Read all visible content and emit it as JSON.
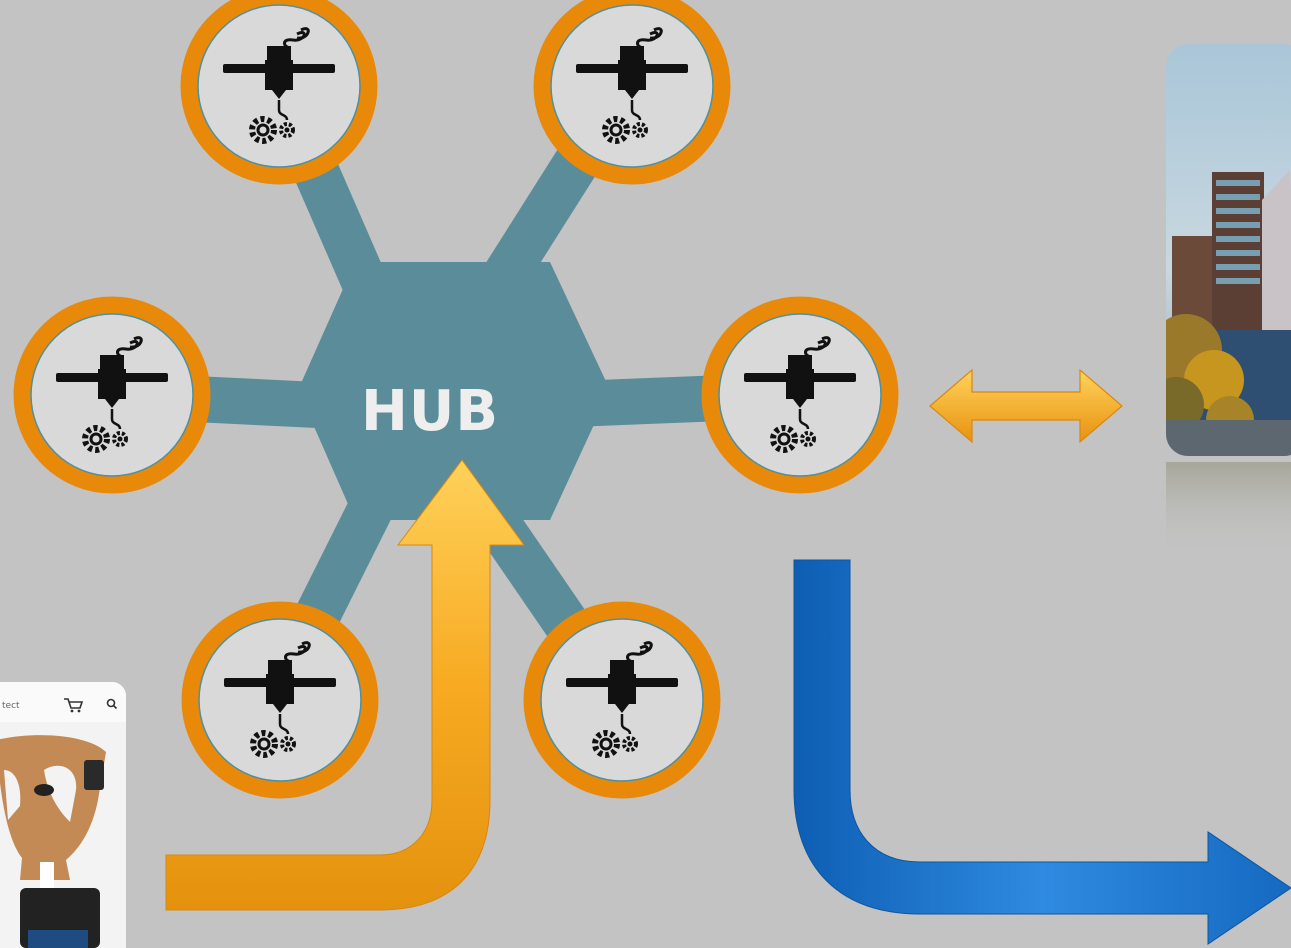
{
  "hub": {
    "label": "HUB"
  },
  "printer_nodes": [
    {
      "name": "printer-node-top-left"
    },
    {
      "name": "printer-node-top-right"
    },
    {
      "name": "printer-node-left"
    },
    {
      "name": "printer-node-right"
    },
    {
      "name": "printer-node-bottom-left"
    },
    {
      "name": "printer-node-bottom-right"
    }
  ],
  "web_snippet": {
    "nav_text": "tect"
  },
  "colors": {
    "background": "#c3c3c3",
    "hub": "#5a8d99",
    "node_ring": "#e8890a",
    "node_fill": "#d9d9d9",
    "orange_arrow": "#f5a623",
    "blue_arrow": "#1c6fc4"
  },
  "icons": {
    "printer": "3d-printer-icon",
    "gear": "gear-icon",
    "cart": "cart-icon",
    "search": "search-icon"
  }
}
